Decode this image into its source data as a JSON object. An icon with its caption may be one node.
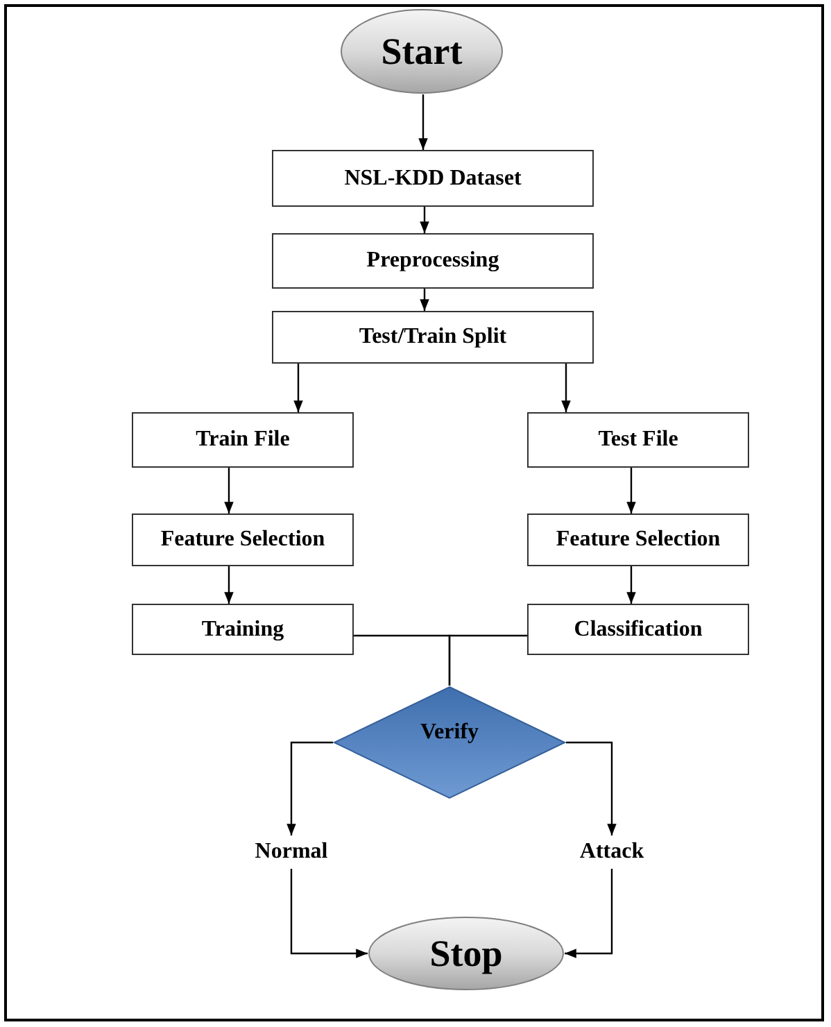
{
  "diagram": {
    "nodes": [
      {
        "text": [
          "Start"
        ]
      },
      {
        "text": [
          "NSL-KDD Dataset"
        ]
      },
      {
        "text": [
          "Preprocessing"
        ]
      },
      {
        "text": [
          "Test/Train Split"
        ]
      },
      {
        "text": [
          "Train File"
        ]
      },
      {
        "text": [
          "Test File"
        ]
      },
      {
        "text": [
          "Feature Selection"
        ]
      },
      {
        "text": [
          "Feature Selection"
        ]
      },
      {
        "text": [
          "Training"
        ]
      },
      {
        "text": [
          "Classification"
        ]
      },
      {
        "text": [
          "Verify"
        ]
      },
      {
        "text": [
          "Normal"
        ]
      },
      {
        "text": [
          "Attack"
        ]
      },
      {
        "text": [
          "Stop"
        ]
      }
    ],
    "edges": [
      {
        "from": 0,
        "to": 1,
        "arrow": "to"
      },
      {
        "from": 1,
        "to": 2,
        "arrow": "to"
      },
      {
        "from": 2,
        "to": 3,
        "arrow": "to"
      },
      {
        "from": 3,
        "to": 4,
        "arrow": "to"
      },
      {
        "from": 3,
        "to": 5,
        "arrow": "to"
      },
      {
        "from": 4,
        "to": 6,
        "arrow": "to"
      },
      {
        "from": 5,
        "to": 7,
        "arrow": "to"
      },
      {
        "from": 6,
        "to": 8,
        "arrow": "to"
      },
      {
        "from": 7,
        "to": 9,
        "arrow": "to"
      },
      {
        "from": 8,
        "to": 10,
        "arrow": "none"
      },
      {
        "from": 9,
        "to": 10,
        "arrow": "none"
      },
      {
        "from": 10,
        "to": 11,
        "arrow": "to"
      },
      {
        "from": 10,
        "to": 12,
        "arrow": "to"
      },
      {
        "from": 11,
        "to": 13,
        "arrow": "to"
      },
      {
        "from": 12,
        "to": 13,
        "arrow": "to"
      }
    ]
  }
}
